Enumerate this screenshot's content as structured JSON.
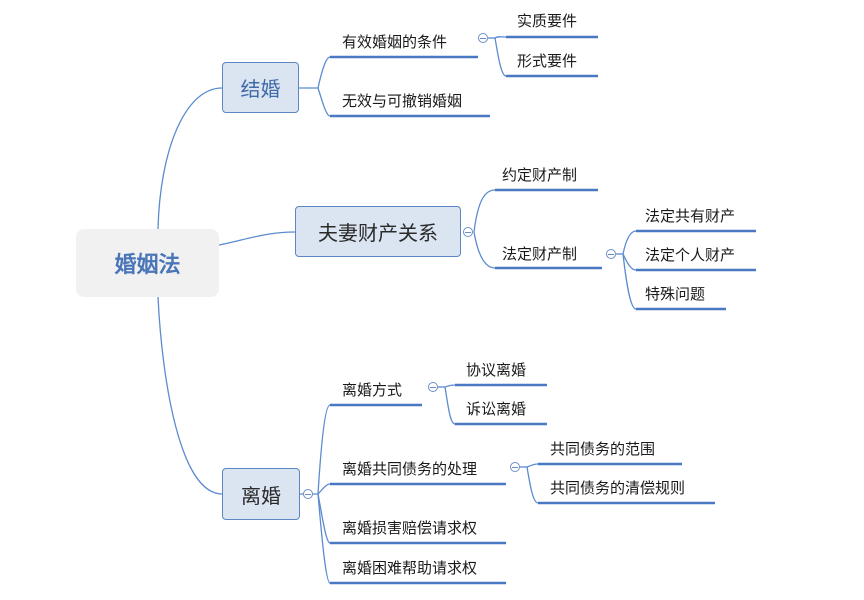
{
  "root": "婚姻法",
  "branches": [
    {
      "label": "结婚",
      "children": [
        {
          "label": "有效婚姻的条件",
          "children": [
            "实质要件",
            "形式要件"
          ]
        },
        {
          "label": "无效与可撤销婚姻"
        }
      ]
    },
    {
      "label": "夫妻财产关系",
      "children": [
        {
          "label": "约定财产制"
        },
        {
          "label": "法定财产制",
          "children": [
            "法定共有财产",
            "法定个人财产",
            "特殊问题"
          ]
        }
      ]
    },
    {
      "label": "离婚",
      "children": [
        {
          "label": "离婚方式",
          "children": [
            "协议离婚",
            "诉讼离婚"
          ]
        },
        {
          "label": "离婚共同债务的处理",
          "children": [
            "共同债务的范围",
            "共同债务的清偿规则"
          ]
        },
        {
          "label": "离婚损害赔偿请求权"
        },
        {
          "label": "离婚困难帮助请求权"
        }
      ]
    }
  ],
  "colors": {
    "line": "#5b8bd0",
    "underline": "#4a79c4",
    "main_fill": "#dbe5f1",
    "root_fill": "#f1f1f1"
  }
}
